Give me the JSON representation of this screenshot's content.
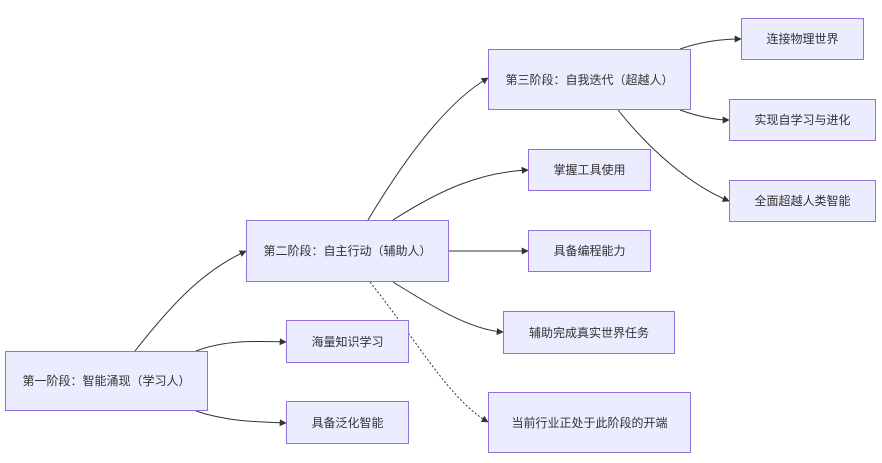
{
  "diagram": {
    "nodes": {
      "stage1": "第一阶段：智能涌现（学习人）",
      "stage2": "第二阶段：自主行动（辅助人）",
      "stage3": "第三阶段：自我迭代（超越人）",
      "s1_learn": "海量知识学习",
      "s1_general": "具备泛化智能",
      "s2_tools": "掌握工具使用",
      "s2_coding": "具备编程能力",
      "s2_tasks": "辅助完成真实世界任务",
      "s2_now": "当前行业正处于此阶段的开端",
      "s3_physical": "连接物理世界",
      "s3_evolve": "实现自学习与进化",
      "s3_surpass": "全面超越人类智能"
    },
    "colors": {
      "node_fill": "#ECECFF",
      "node_border": "#9370DB",
      "edge": "#333333",
      "text": "#333333"
    }
  }
}
